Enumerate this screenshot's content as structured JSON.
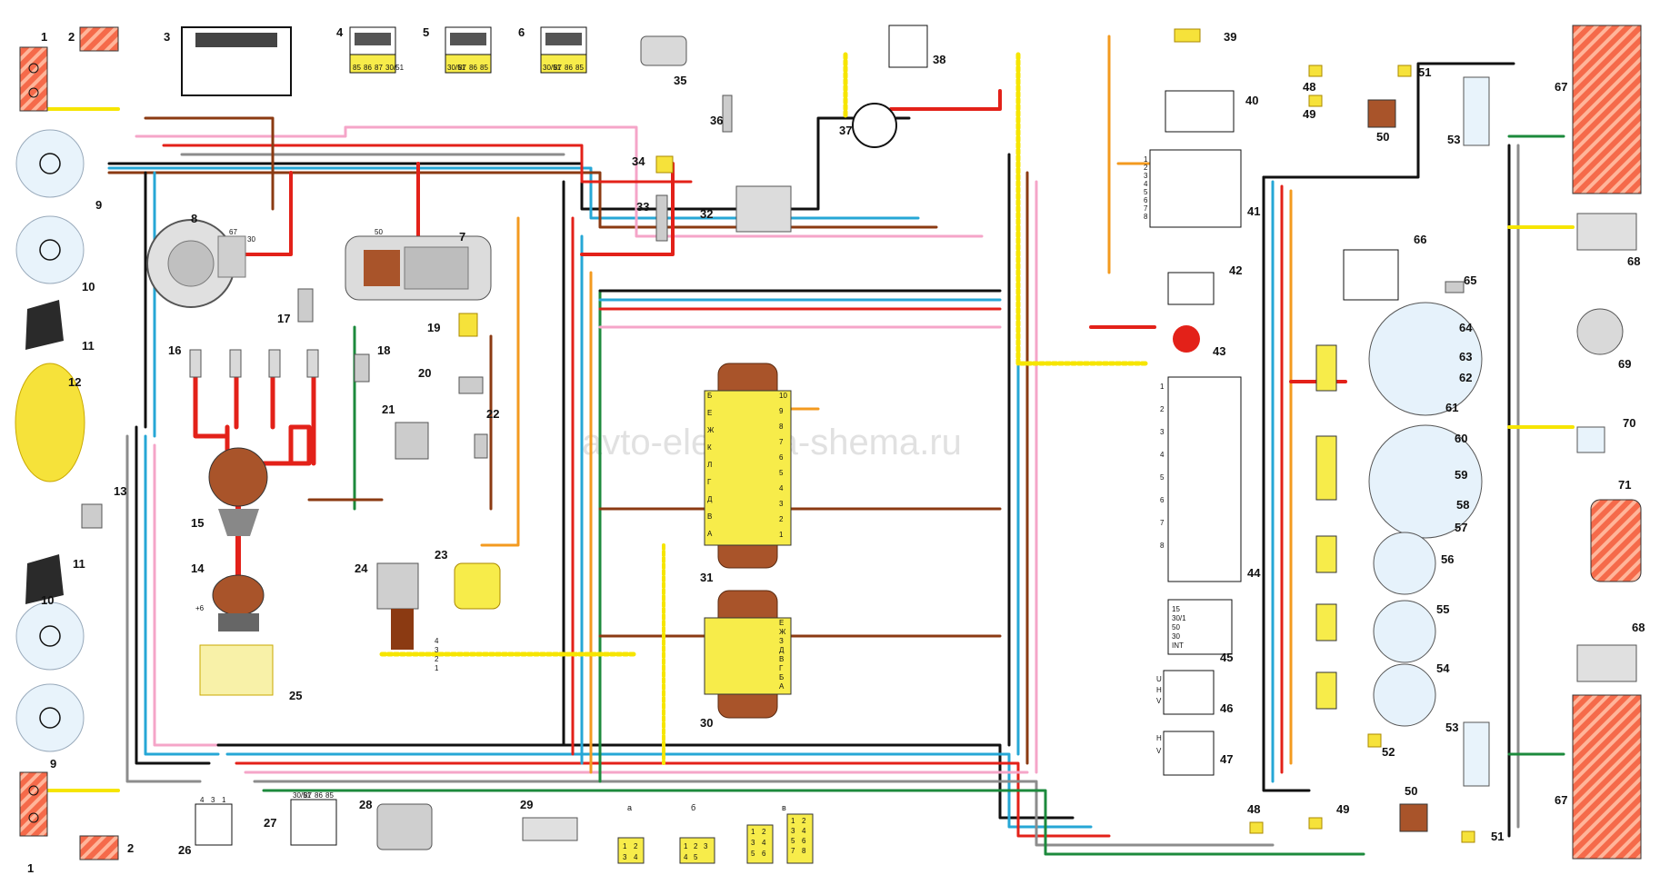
{
  "watermark": "avto-elektrika-shema.ru",
  "colors": {
    "red": "#e32119",
    "blue": "#26a7d6",
    "yellow": "#f6e500",
    "brown": "#8b3a12",
    "black": "#111111",
    "green": "#1c8a3c",
    "orange": "#f39a1f",
    "pink": "#f5a5c8",
    "grey": "#8c8c8c",
    "connector": "#f7ec4a",
    "lamp": "#f25c3b",
    "block": "#a9542a"
  },
  "component_labels": [
    "1",
    "2",
    "3",
    "4",
    "5",
    "6",
    "7",
    "8",
    "9",
    "10",
    "11",
    "12",
    "13",
    "14",
    "15",
    "16",
    "17",
    "18",
    "19",
    "20",
    "21",
    "22",
    "23",
    "24",
    "25",
    "26",
    "27",
    "28",
    "29",
    "30",
    "31",
    "32",
    "33",
    "34",
    "35",
    "36",
    "37",
    "38",
    "39",
    "40",
    "41",
    "42",
    "43",
    "44",
    "45",
    "46",
    "47",
    "48",
    "49",
    "50",
    "51",
    "52",
    "53",
    "54",
    "55",
    "56",
    "57",
    "58",
    "59",
    "60",
    "61",
    "62",
    "63",
    "64",
    "65",
    "66",
    "67",
    "68",
    "69",
    "70",
    "71"
  ],
  "pin_labels": {
    "fuse_block_upper": [
      "10",
      "9",
      "8",
      "7",
      "6",
      "5",
      "4",
      "3",
      "2",
      "1"
    ],
    "fuse_block_upper_letters": [
      "Б",
      "Е",
      "Ж",
      "К",
      "Л",
      "Г",
      "Д",
      "В",
      "А"
    ],
    "fuse_block_lower": [
      "Е",
      "Ж",
      "З",
      "Д",
      "В",
      "Г",
      "Б",
      "А"
    ],
    "relay4": [
      "85",
      "86",
      "87",
      "30/51"
    ],
    "relay5": [
      "30/51",
      "87",
      "86",
      "85"
    ],
    "relay6": [
      "30/51",
      "87",
      "86",
      "85"
    ],
    "relay27": [
      "30/51",
      "87",
      "86",
      "85"
    ],
    "switch26": [
      "4",
      "3",
      "1"
    ],
    "ignition45": [
      "15",
      "30/1",
      "50",
      "30",
      "INT"
    ],
    "wiper_connector": [
      "1",
      "2",
      "3",
      "4"
    ],
    "gen_pins": [
      "67",
      "30"
    ],
    "starter_pin": "50",
    "relay41": [
      "1",
      "2",
      "3",
      "4",
      "5",
      "6",
      "7",
      "8"
    ],
    "switch44_pins": [
      "1",
      "2",
      "3",
      "4",
      "5",
      "6",
      "7",
      "8"
    ],
    "connector46": [
      "U",
      "H",
      "V"
    ],
    "connector47": [
      "H",
      "V"
    ],
    "plus6": "+6"
  },
  "legend": {
    "letters": [
      "а",
      "б",
      "в"
    ],
    "a_grid": [
      "1",
      "2",
      "3",
      "4"
    ],
    "b_grid": [
      "1",
      "2",
      "3",
      "4",
      "5"
    ],
    "v_grid": [
      "1",
      "2",
      "3",
      "4",
      "5",
      "6"
    ],
    "v2_grid": [
      "1",
      "2",
      "3",
      "4",
      "5",
      "6",
      "7",
      "8"
    ]
  }
}
